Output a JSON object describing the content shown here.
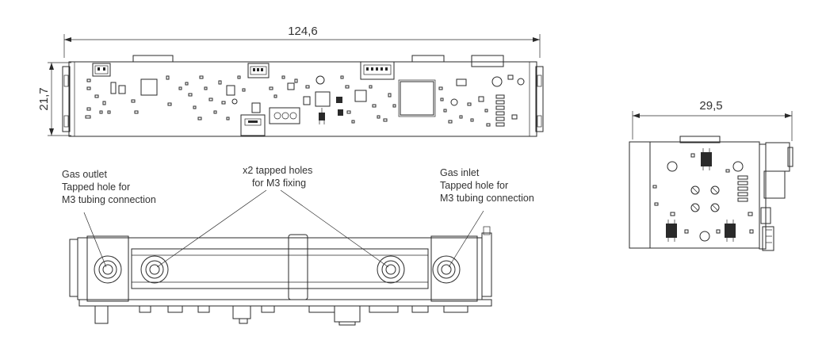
{
  "dimensions": {
    "length": "124,6",
    "height": "21,7",
    "width": "29,5"
  },
  "callouts": {
    "gas_outlet": [
      "Gas outlet",
      "Tapped hole for",
      "M3 tubing connection"
    ],
    "fixing_holes": [
      "x2 tapped holes",
      "for M3 fixing"
    ],
    "gas_inlet": [
      "Gas inlet",
      "Tapped hole for",
      "M3 tubing connection"
    ]
  },
  "colors": {
    "line": "#2a2a2a",
    "text": "#333333",
    "background": "#ffffff"
  }
}
